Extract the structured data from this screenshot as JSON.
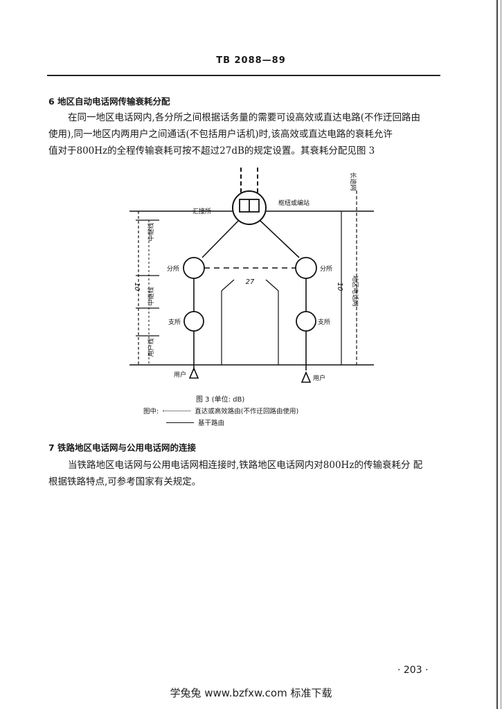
{
  "header": {
    "code": "TB 2088—89"
  },
  "section6": {
    "heading": "6  地区自动电话网传输衰耗分配",
    "lines": [
      "在同一地区电话网内,各分所之间根据话务量的需要可设高效或直达电路(不作迂回路由",
      "使用),同一地区内两用户之间通话(不包括用户话机)时,该高效或直达电路的衰耗允许",
      "值对于800Hz的全程传输衰耗可按不超过27dB的规定设置。其衰耗分配见图 3"
    ]
  },
  "figure": {
    "labels": {
      "toll_center": "汇接所",
      "toll_station": "枢纽或编站",
      "branch_left": "分所",
      "branch_right": "分所",
      "sub_left": "支所",
      "sub_right": "支所",
      "user_left": "用户",
      "user_right": "用户",
      "trunk1": "中继线",
      "trunk2": "中继线",
      "user_line": "用户线",
      "to_long": "长途网",
      "local_net": "地区电话网",
      "val_left": "10",
      "val_mid": "27",
      "val_right": "10"
    },
    "caption": "图 3 (单位: dB)",
    "legend_prefix": "图中:",
    "legend_dotted": "直达或高效路由(不作迂回路由使用)",
    "legend_solid": "基干路由"
  },
  "section7": {
    "heading": "7  铁路地区电话网与公用电话网的连接",
    "lines": [
      "当铁路地区电话网与公用电话网相连接时,铁路地区电话网内对800Hz的传输衰耗分 配",
      "根据铁路特点,可参考国家有关规定。"
    ]
  },
  "footer": {
    "page": "· 203 ·",
    "site": "学兔兔    www.bzfxw.com    标准下载"
  }
}
